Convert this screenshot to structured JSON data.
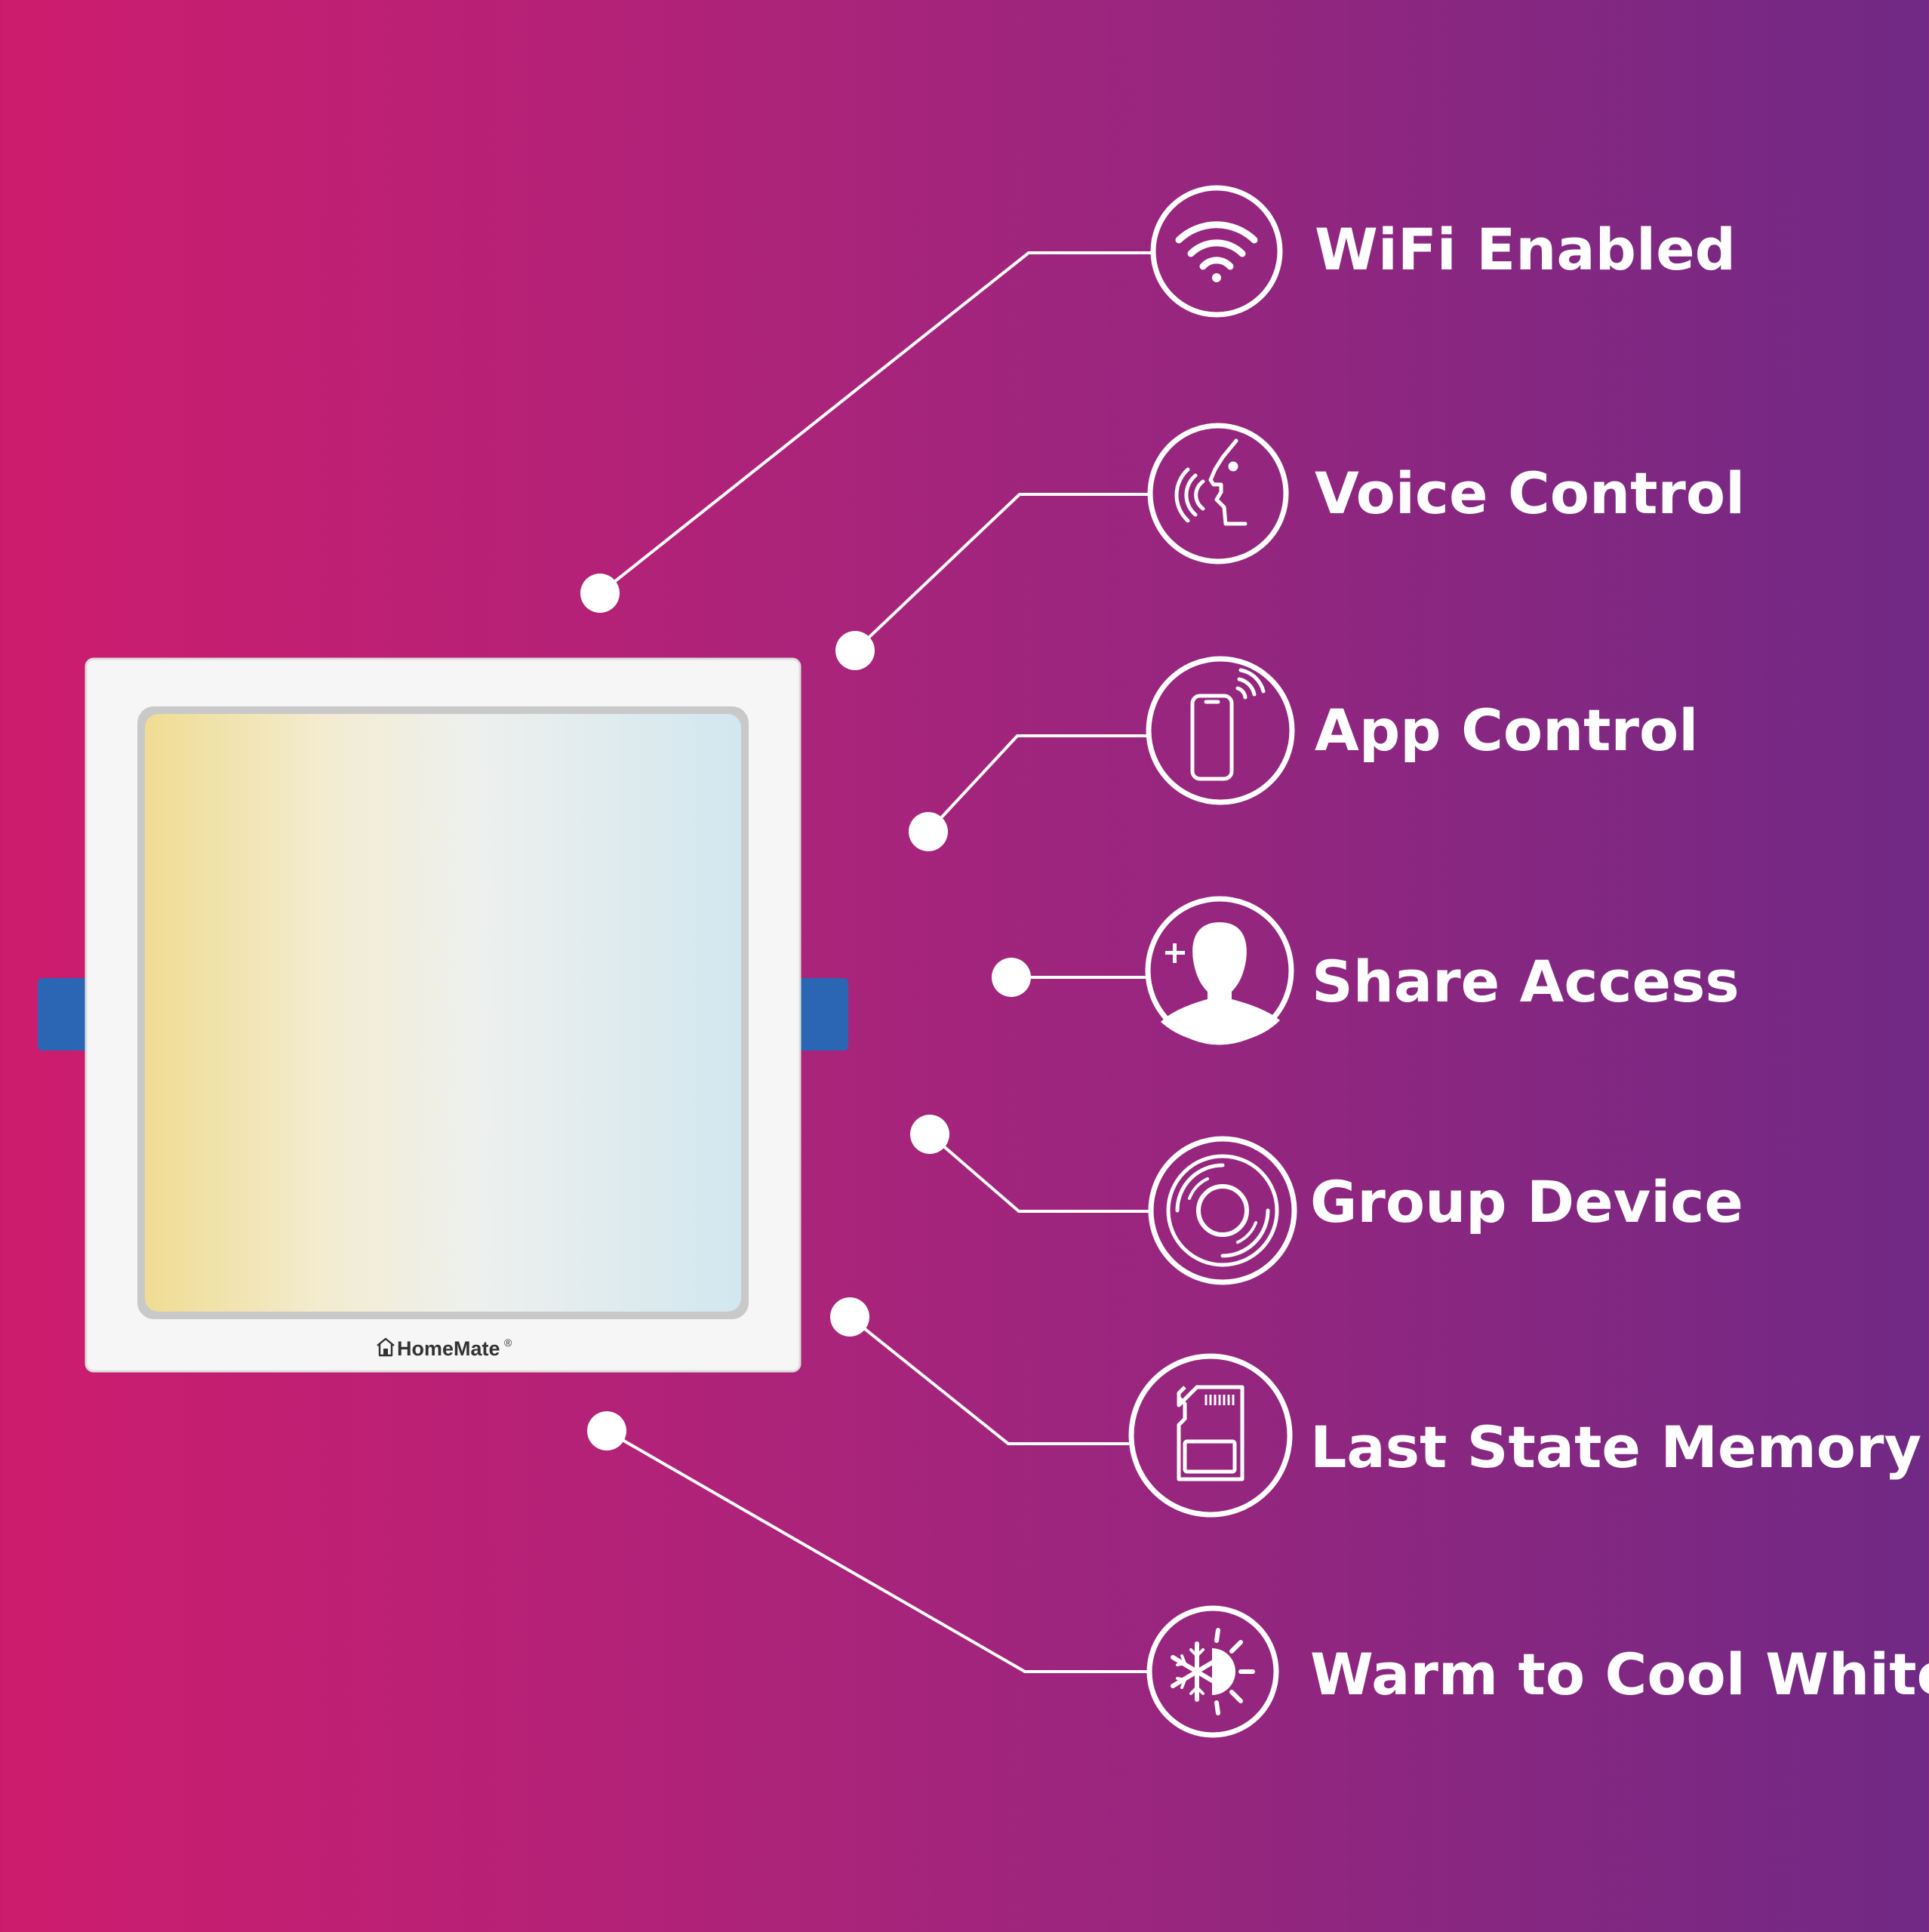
{
  "product": {
    "brand": "HomeMate",
    "trademark": "®"
  },
  "features": [
    {
      "label": "WiFi Enabled",
      "icon": "wifi-icon"
    },
    {
      "label": "Voice Control",
      "icon": "voice-icon"
    },
    {
      "label": "App Control",
      "icon": "smartphone-icon"
    },
    {
      "label": "Share Access",
      "icon": "add-user-icon"
    },
    {
      "label": "Group Device",
      "icon": "group-rings-icon"
    },
    {
      "label": "Last State Memory",
      "icon": "memory-card-icon"
    },
    {
      "label": "Warm to Cool White",
      "icon": "snowflake-sun-icon"
    }
  ],
  "colors": {
    "gradient_left": "#cd1c6e",
    "gradient_right": "#702985",
    "panel_warm": "#f0dc92",
    "panel_cool": "#d2e7ef",
    "clip_blue": "#2a66b4"
  }
}
